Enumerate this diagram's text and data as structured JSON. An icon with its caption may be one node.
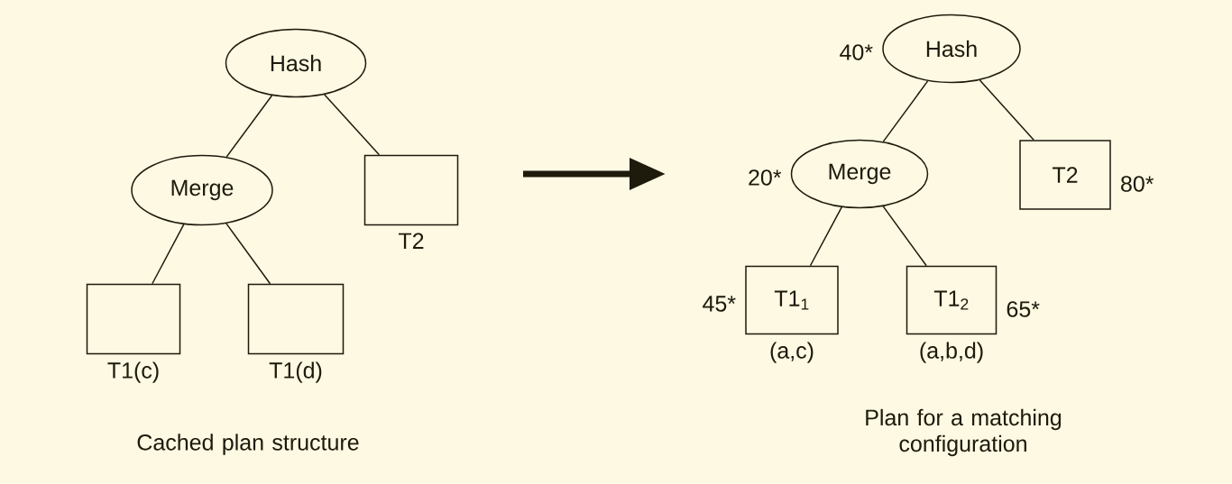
{
  "diagram": {
    "nodes": [
      {
        "text": [
          "Hash"
        ]
      },
      {
        "text": [
          "Merge"
        ]
      },
      {
        "text": [
          "T2"
        ]
      },
      {
        "text": [
          "T1(c)"
        ]
      },
      {
        "text": [
          "T1(d)"
        ]
      },
      {
        "text": [
          "Hash"
        ],
        "beside": [
          "40*"
        ]
      },
      {
        "text": [
          "Merge"
        ],
        "beside": [
          "20*"
        ]
      },
      {
        "text": [
          "T2"
        ],
        "beside": [
          "80*"
        ]
      },
      {
        "text": [
          "T1$_{1}$"
        ],
        "beside": [
          "45*",
          "(a,c)"
        ]
      },
      {
        "text": [
          "T1$_{2}$"
        ],
        "beside": [
          "65*",
          "(a,b,d)"
        ]
      }
    ],
    "edges": [
      {
        "from": 0,
        "to": 1,
        "arrow": "none"
      },
      {
        "from": 0,
        "to": 2,
        "arrow": "none"
      },
      {
        "from": 1,
        "to": 3,
        "arrow": "none"
      },
      {
        "from": 1,
        "to": 4,
        "arrow": "none"
      },
      {
        "from": 5,
        "to": 6,
        "arrow": "none"
      },
      {
        "from": 5,
        "to": 7,
        "arrow": "none"
      },
      {
        "from": 6,
        "to": 8,
        "arrow": "none"
      },
      {
        "from": 6,
        "to": 9,
        "arrow": "none"
      }
    ],
    "labels": [
      "Cached plan structure",
      "Plan for a matching configuration"
    ]
  }
}
